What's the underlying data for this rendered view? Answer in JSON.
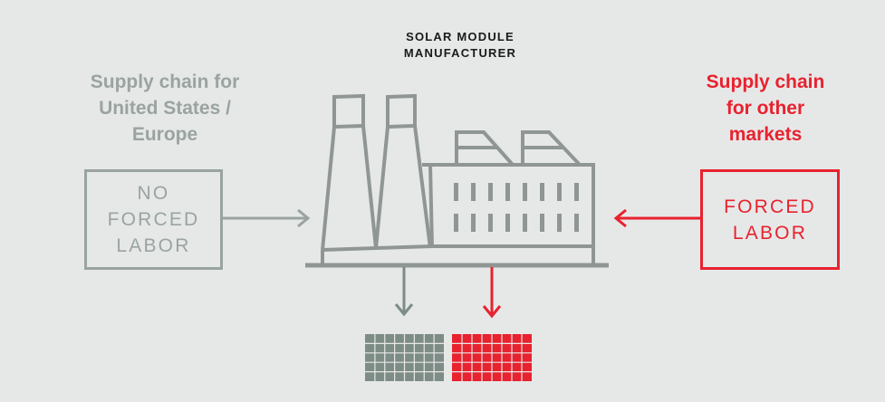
{
  "title": {
    "line1": "SOLAR MODULE",
    "line2": "MANUFACTURER"
  },
  "left": {
    "heading_lines": [
      "Supply chain for",
      "United States /",
      "Europe"
    ],
    "box_lines": [
      "NO",
      "FORCED",
      "LABOR"
    ],
    "color": "#9aa49f"
  },
  "right": {
    "heading_lines": [
      "Supply chain",
      "for other",
      "markets"
    ],
    "box_lines": [
      "FORCED",
      "LABOR"
    ],
    "color": "#e8222e"
  },
  "factory_color": "#8f9693",
  "background_color": "#e6e8e8",
  "icons": {
    "factory": "factory-icon",
    "module_left": "solar-panel-icon",
    "module_right": "solar-panel-icon"
  },
  "modules": {
    "left_color": "#7e8c86",
    "right_color": "#e8222e"
  }
}
